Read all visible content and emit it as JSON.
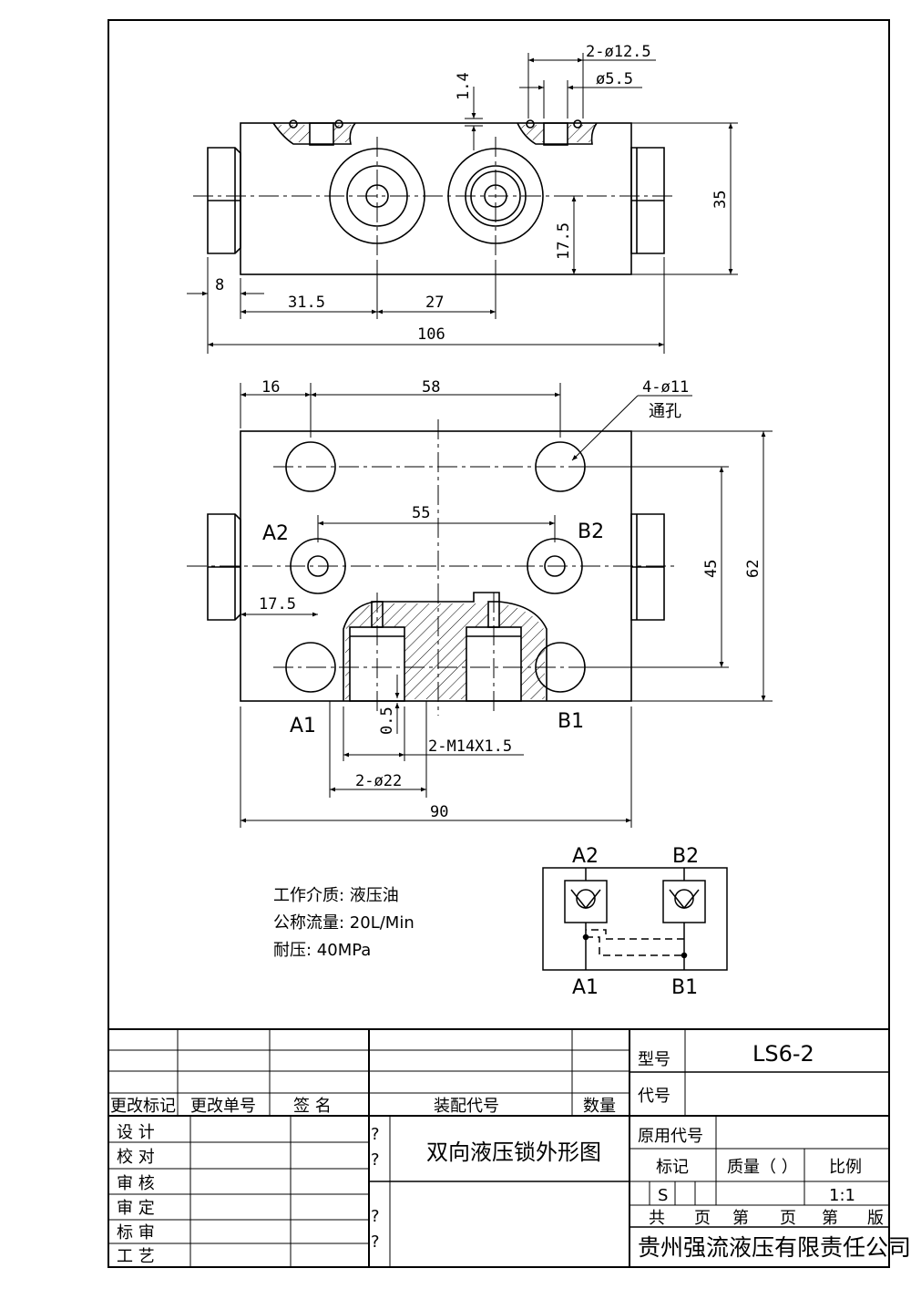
{
  "dims": {
    "d1": "2-ø12.5",
    "d2": "ø5.5",
    "d3": "1.4",
    "d4": "35",
    "d5": "17.5",
    "d6": "8",
    "d7": "31.5",
    "d8": "27",
    "d9": "106",
    "d10": "16",
    "d11": "58",
    "d12": "4-ø11",
    "d13": "通孔",
    "d14": "55",
    "d15": "45",
    "d16": "62",
    "d17": "17.5",
    "d18": "0.5",
    "d19": "2-M14X1.5",
    "d20": "2-ø22",
    "d21": "90"
  },
  "ports": {
    "a2": "A2",
    "b2": "B2",
    "a1": "A1",
    "b1": "B1"
  },
  "symbol": {
    "a2": "A2",
    "b2": "B2",
    "a1": "A1",
    "b1": "B1"
  },
  "specs": [
    "工作介质: 液压油",
    "公称流量: 20L/Min",
    "耐压: 40MPa"
  ],
  "title_block": {
    "rev_mark": "更改标记",
    "rev_no": "更改单号",
    "sign": "签  名",
    "asm_code": "装配代号",
    "qty": "数量",
    "model_label": "型号",
    "model_value": "LS6-2",
    "code_label": "代号",
    "design": "设  计",
    "check": "校  对",
    "review": "审  核",
    "approve": "审  定",
    "std_review": "标  审",
    "process": "工  艺",
    "q1": "?",
    "q2": "?",
    "q3": "?",
    "q4": "?",
    "drawing_title": "双向液压锁外形图",
    "orig_code": "原用代号",
    "mark": "标记",
    "mass": "质量（  ）",
    "scale_label": "比例",
    "mark_value": "S",
    "scale_value": "1:1",
    "total": "共",
    "page": "页",
    "no": "第",
    "page2": "页",
    "no2": "第",
    "version": "版",
    "company": "贵州强流液压有限责任公司"
  }
}
